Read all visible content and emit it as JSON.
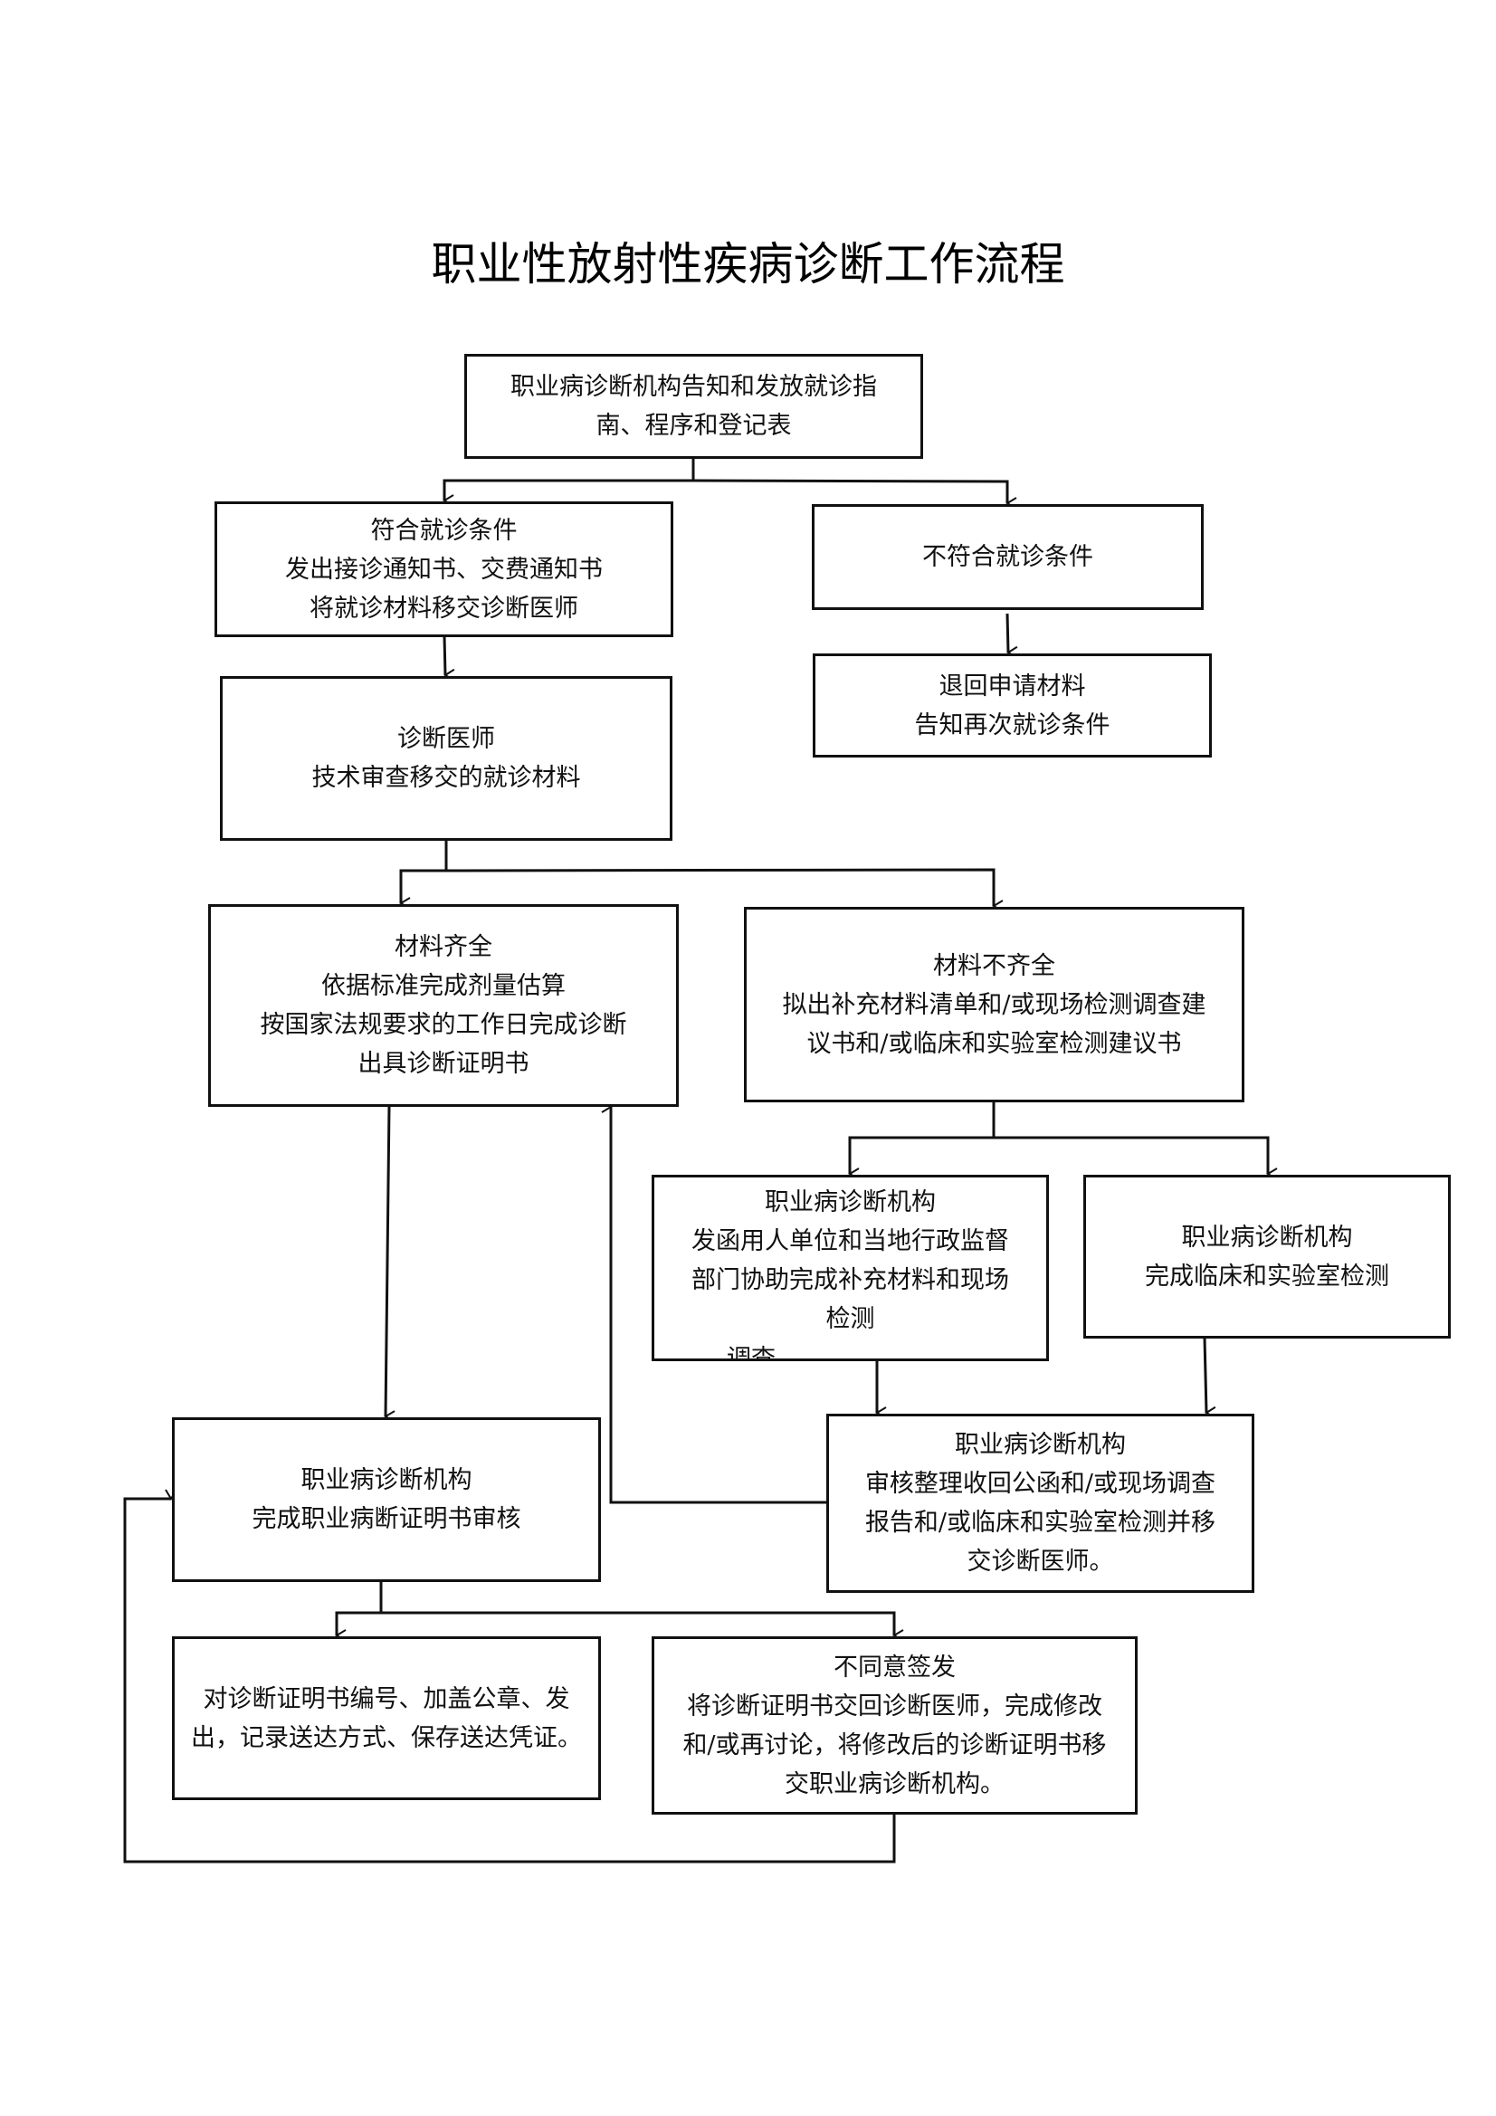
{
  "title": "职业性放射性疾病诊断工作流程",
  "colors": {
    "line": "#111111",
    "background": "#ffffff"
  },
  "nodes": {
    "start": {
      "lines": [
        "职业病诊断机构告知和发放就诊指",
        "南、程序和登记表"
      ]
    },
    "eligible": {
      "lines": [
        "符合就诊条件",
        "发出接诊通知书、交费通知书",
        "将就诊材料移交诊断医师"
      ]
    },
    "not_eligible": {
      "lines": [
        "不符合就诊条件"
      ]
    },
    "return_materials": {
      "lines": [
        "退回申请材料",
        "告知再次就诊条件"
      ]
    },
    "doctor_review": {
      "lines": [
        "诊断医师",
        "技术审查移交的就诊材料"
      ]
    },
    "complete": {
      "lines": [
        "材料齐全",
        "依据标准完成剂量估算",
        "按国家法规要求的工作日完成诊断",
        "出具诊断证明书"
      ]
    },
    "incomplete": {
      "lines": [
        "材料不齐全",
        "拟出补充材料清单和/或现场检测调查建",
        "议书和/或临床和实验室检测建议书"
      ]
    },
    "send_letter": {
      "lines": [
        "职业病诊断机构",
        "发函用人单位和当地行政监督",
        "部门协助完成补充材料和现场",
        "检测"
      ],
      "clipped_text": "调查"
    },
    "lab_test": {
      "lines": [
        "职业病诊断机构",
        "完成临床和实验室检测"
      ]
    },
    "collect_review": {
      "lines": [
        "职业病诊断机构",
        "审核整理收回公函和/或现场调查",
        "报告和/或临床和实验室检测并移",
        "交诊断医师。"
      ]
    },
    "cert_review": {
      "lines": [
        "职业病诊断机构",
        "完成职业病断证明书审核"
      ]
    },
    "issue": {
      "lines": [
        "对诊断证明书编号、加盖公章、发",
        "出，记录送达方式、保存送达凭证。"
      ]
    },
    "reject": {
      "lines": [
        "不同意签发",
        "将诊断证明书交回诊断医师，完成修改",
        "和/或再讨论，将修改后的诊断证明书移",
        "交职业病诊断机构。"
      ]
    }
  }
}
